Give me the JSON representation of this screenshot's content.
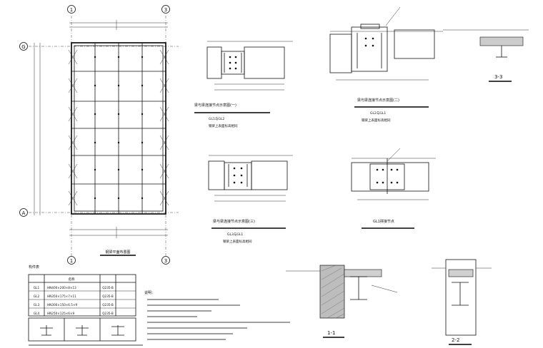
{
  "axes": {
    "col_top_left": "1",
    "col_top_right": "3",
    "row_top": "G",
    "row_bottom": "A"
  },
  "plan": {
    "title": "钢梁平面布置图"
  },
  "details": {
    "d1_title": "梁与梁连接节点示意图(一)",
    "d1_sub": "GL1与GL2",
    "d1_note": "钢梁上表面标高相同",
    "d2_title": "梁与梁连接节点示意图(二)",
    "d2_sub": "GL2与GL1",
    "d2_note": "钢梁上表面标高相同",
    "d3_title": "梁与梁连接节点示意图(三)",
    "d3_sub": "GL3与GL1",
    "d3_note": "钢梁上表面标高相同",
    "d4_title": "GL1拼接节点"
  },
  "sections": {
    "s33": "3-3",
    "s11": "1-1",
    "s22": "2-2"
  },
  "table": {
    "title": "构件表",
    "header_name": "名称",
    "rows": [
      {
        "code": "GL1",
        "spec": "HN400×200×8×13",
        "mat": "Q235-B"
      },
      {
        "code": "GL2",
        "spec": "HN350×175×7×11",
        "mat": "Q235-B"
      },
      {
        "code": "GL3",
        "spec": "HN300×150×6.5×9",
        "mat": "Q235-B"
      },
      {
        "code": "GL4",
        "spec": "HN250×125×6×9",
        "mat": "Q235-B"
      }
    ]
  },
  "notes": {
    "heading": "说明："
  }
}
